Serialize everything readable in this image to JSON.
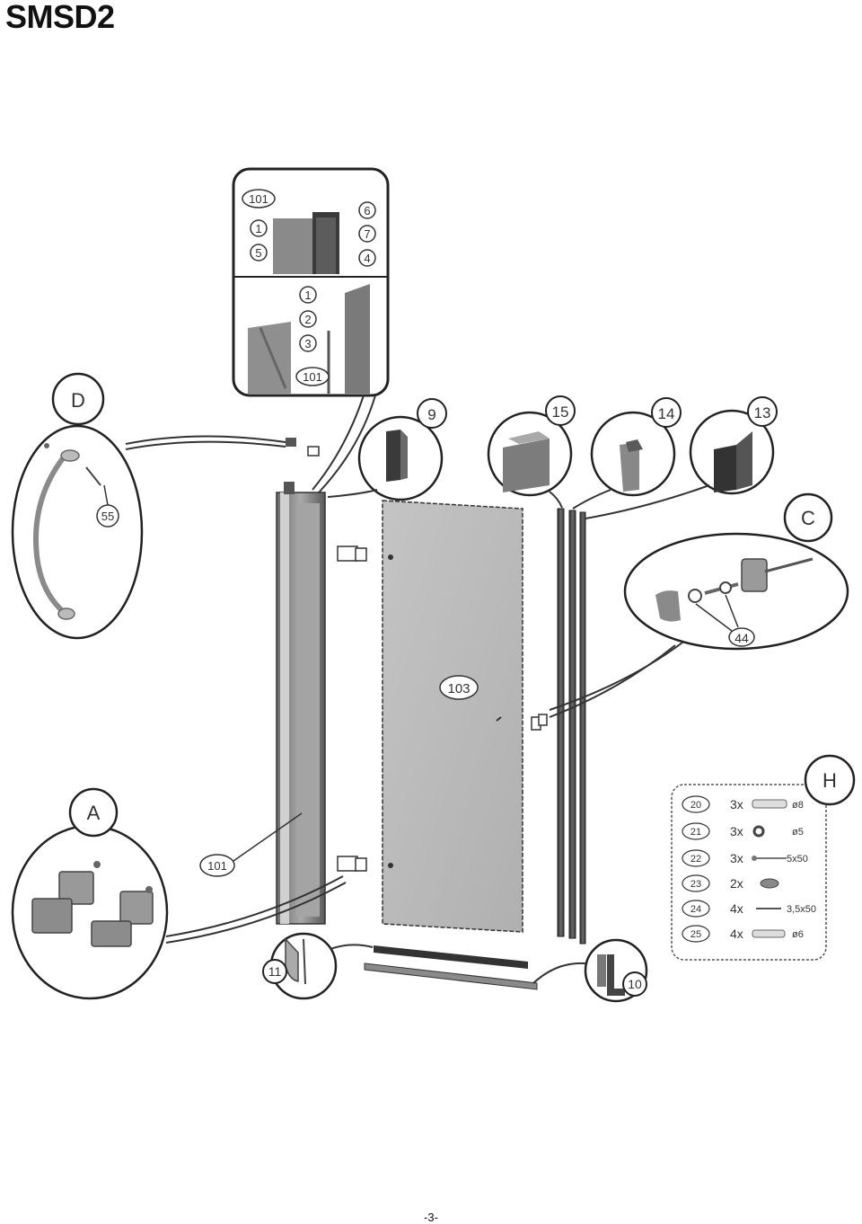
{
  "page": {
    "title": "SMSD2",
    "page_number": "-3-"
  },
  "detail_labels": {
    "A": "A",
    "C": "C",
    "D": "D",
    "H": "H"
  },
  "part_numbers": {
    "p101": "101",
    "p1": "1",
    "p2": "2",
    "p3": "3",
    "p4": "4",
    "p5": "5",
    "p6": "6",
    "p7": "7",
    "p9": "9",
    "p10": "10",
    "p11": "11",
    "p13": "13",
    "p14": "14",
    "p15": "15",
    "p44": "44",
    "p55": "55",
    "p103": "103"
  },
  "hardware_list": [
    {
      "number": "20",
      "qty": "3x",
      "spec": "ø8"
    },
    {
      "number": "21",
      "qty": "3x",
      "spec": "ø5"
    },
    {
      "number": "22",
      "qty": "3x",
      "spec": "5x50"
    },
    {
      "number": "23",
      "qty": "2x",
      "spec": ""
    },
    {
      "number": "24",
      "qty": "4x",
      "spec": "3,5x50"
    },
    {
      "number": "25",
      "qty": "4x",
      "spec": "ø6"
    }
  ],
  "colors": {
    "panel": "#b8b8b8",
    "profile_dark": "#4a4a4a",
    "line": "#333333"
  }
}
